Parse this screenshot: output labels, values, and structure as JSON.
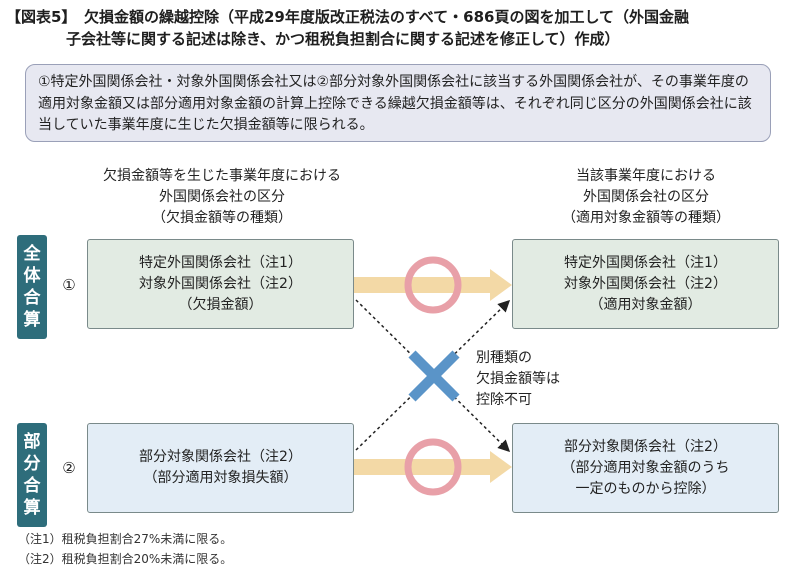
{
  "title": {
    "line1": "【図表5】　欠損金額の繰越控除（平成29年度版改正税法のすべて・686頁の図を加工して（外国金融",
    "line2": "子会社等に関する記述は除き、かつ租税負担割合に関する記述を修正して）作成）"
  },
  "note": "①特定外国関係会社・対象外国関係会社又は②部分対象外国関係会社に該当する外国関係会社が、その事業年度の適用対象金額又は部分適用対象金額の計算上控除できる繰越欠損金額等は、それぞれ同じ区分の外国関係会社に該当していた事業年度に生じた欠損金額等に限られる。",
  "headers": {
    "left": [
      "欠損金額等を生じた事業年度における",
      "外国関係会社の区分",
      "（欠損金額等の種類）"
    ],
    "right": [
      "当該事業年度における",
      "外国関係会社の区分",
      "（適用対象金額等の種類）"
    ]
  },
  "side_labels": {
    "top": [
      "全",
      "体",
      "合",
      "算"
    ],
    "bottom": [
      "部",
      "分",
      "合",
      "算"
    ]
  },
  "numbers": {
    "top": "①",
    "bottom": "②"
  },
  "boxes": {
    "top_left": [
      "特定外国関係会社（注1）",
      "対象外国関係会社（注2）",
      "（欠損金額）"
    ],
    "top_right": [
      "特定外国関係会社（注1）",
      "対象外国関係会社（注2）",
      "（適用対象金額）"
    ],
    "bottom_left": [
      "部分対象関係会社（注2）",
      "（部分適用対象損失額）"
    ],
    "bottom_right": [
      "部分対象関係会社（注2）",
      "（部分適用対象金額のうち",
      "一定のものから控除）"
    ]
  },
  "cross_note": [
    "別種類の",
    "欠損金額等は",
    "控除不可"
  ],
  "footnotes": [
    "（注1）租税負担割合27%未満に限る。",
    "（注2）租税負担割合20%未満に限る。"
  ],
  "colors": {
    "side_label": "#2e6d7b",
    "green_box": "#e2ebe3",
    "blue_box": "#e3edf6",
    "arrow": "#f3d9a6",
    "circle": "#e8a0a8",
    "cross": "#5a94c8",
    "note_bg": "#e7e8f1"
  }
}
